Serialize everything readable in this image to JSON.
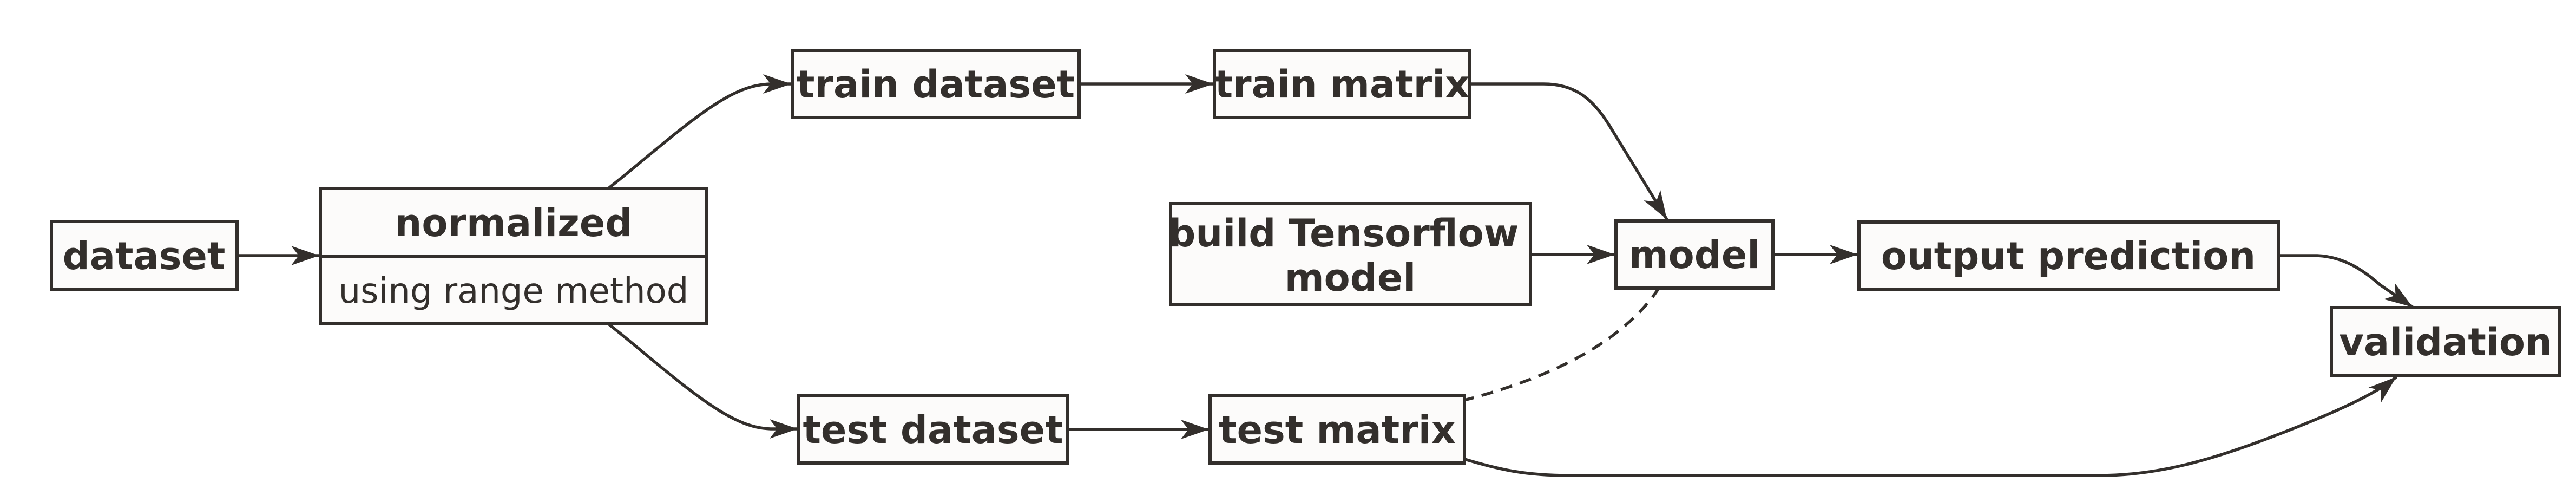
{
  "diagram": {
    "colors": {
      "background": "#ffffff",
      "node_fill": "#fcfbfa",
      "stroke": "#332f2c",
      "text": "#332f2c"
    },
    "nodes": {
      "dataset": {
        "label": "dataset"
      },
      "normalized": {
        "title": "normalized",
        "subtitle": "using range method"
      },
      "train_dataset": {
        "label": "train dataset"
      },
      "train_matrix": {
        "label": "train matrix"
      },
      "build_model": {
        "label": "build Tensorflow model",
        "lines": [
          "build Tensorflow",
          "model"
        ]
      },
      "model": {
        "label": "model"
      },
      "output_prediction": {
        "label": "output prediction"
      },
      "validation": {
        "label": "validation"
      },
      "test_dataset": {
        "label": "test dataset"
      },
      "test_matrix": {
        "label": "test matrix"
      }
    },
    "edges": [
      {
        "from": "dataset",
        "to": "normalized",
        "style": "solid",
        "arrowhead": true
      },
      {
        "from": "normalized",
        "to": "train dataset",
        "style": "solid",
        "arrowhead": true
      },
      {
        "from": "normalized",
        "to": "test dataset",
        "style": "solid",
        "arrowhead": true
      },
      {
        "from": "train dataset",
        "to": "train matrix",
        "style": "solid",
        "arrowhead": true
      },
      {
        "from": "train matrix",
        "to": "model",
        "style": "solid",
        "arrowhead": true
      },
      {
        "from": "build Tensorflow model",
        "to": "model",
        "style": "solid",
        "arrowhead": true
      },
      {
        "from": "model",
        "to": "output prediction",
        "style": "solid",
        "arrowhead": true
      },
      {
        "from": "output prediction",
        "to": "validation",
        "style": "solid",
        "arrowhead": true
      },
      {
        "from": "test dataset",
        "to": "test matrix",
        "style": "solid",
        "arrowhead": true
      },
      {
        "from": "test matrix",
        "to": "model",
        "style": "dashed",
        "arrowhead": false
      },
      {
        "from": "test matrix",
        "to": "validation",
        "style": "solid",
        "arrowhead": true
      }
    ]
  }
}
